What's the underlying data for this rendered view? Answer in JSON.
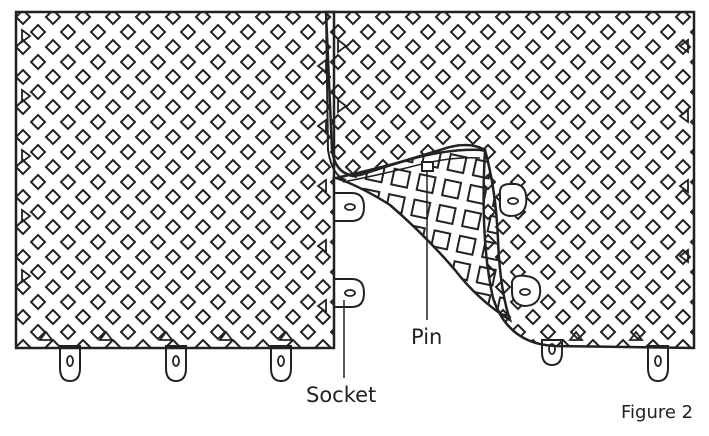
{
  "labels": {
    "pin": "Pin",
    "socket": "Socket",
    "figure": "Figure 2"
  },
  "colors": {
    "line": "#222222",
    "background": "#ffffff"
  }
}
